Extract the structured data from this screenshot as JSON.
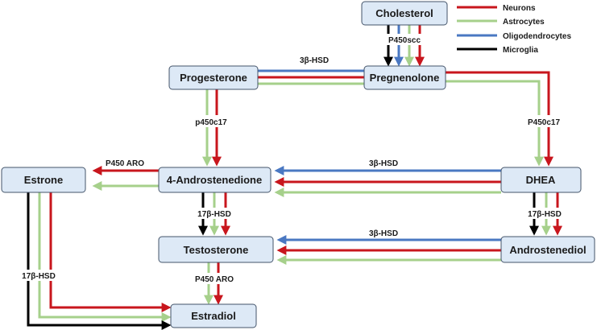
{
  "colors": {
    "neurons": "#c8161d",
    "astrocytes": "#a6d08b",
    "oligodendrocytes": "#4a78c2",
    "microglia": "#000000",
    "node_fill": "#dde9f6",
    "node_border": "#44546a"
  },
  "legend": [
    {
      "label": "Neurons",
      "color": "#c8161d"
    },
    {
      "label": "Astrocytes",
      "color": "#a6d08b"
    },
    {
      "label": "Oligodendrocytes",
      "color": "#4a78c2"
    },
    {
      "label": "Microglia",
      "color": "#000000"
    }
  ],
  "nodes": {
    "cholesterol": "Cholesterol",
    "progesterone": "Progesterone",
    "pregnenolone": "Pregnenolone",
    "estrone": "Estrone",
    "androstenedione": "4-Androstenedione",
    "dhea": "DHEA",
    "testosterone": "Testosterone",
    "androstenediol": "Androstenediol",
    "estradiol": "Estradiol"
  },
  "enzymes": {
    "p450scc": "P450scc",
    "hsd3b_prog": "3β-HSD",
    "p450c17_left": "p450c17",
    "p450c17_right": "P450c17",
    "p450aro_estrone": "P450 ARO",
    "hsd3b_dhea": "3β-HSD",
    "hsd17b_andro": "17β-HSD",
    "hsd17b_dhea": "17β-HSD",
    "hsd3b_testo": "3β-HSD",
    "p450aro_testo": "P450 ARO",
    "hsd17b_estrone": "17β-HSD"
  }
}
